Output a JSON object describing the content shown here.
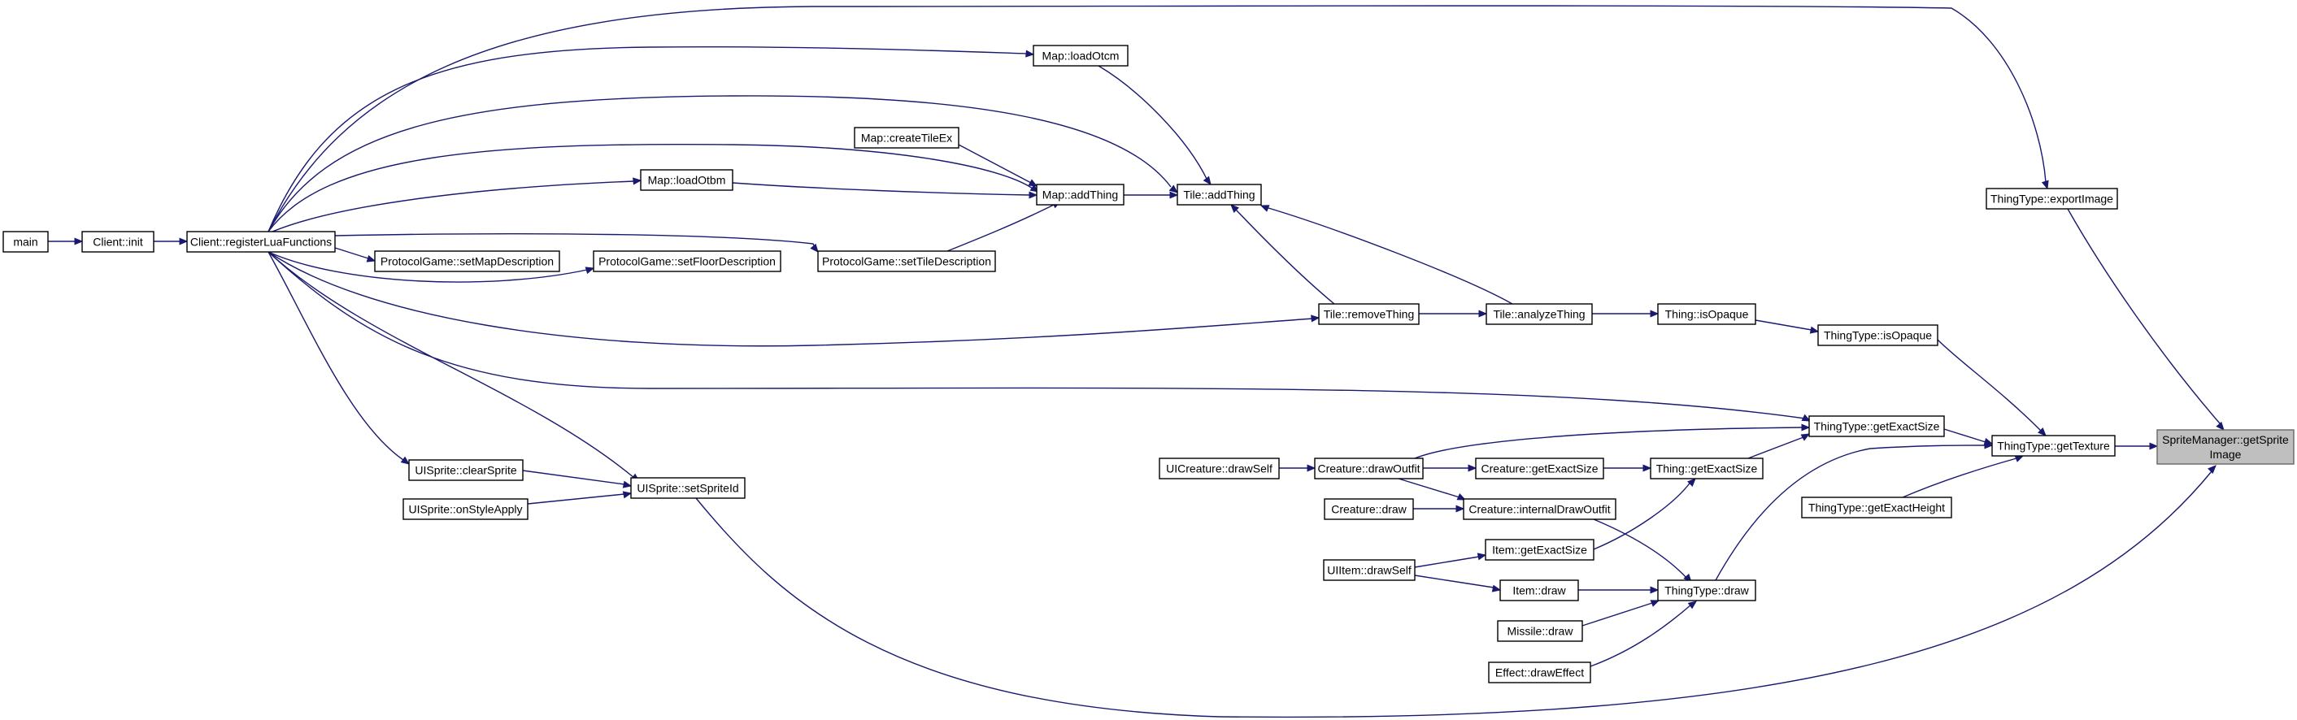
{
  "graph": {
    "colors": {
      "edge": "#191970",
      "node_border": "#000000",
      "root_fill": "#bfbfbf",
      "root_border": "#666666"
    },
    "nodes": {
      "main": "main",
      "client_init": "Client::init",
      "register_lua": "Client::registerLuaFunctions",
      "map_load_otcm": "Map::loadOtcm",
      "map_create_tile_ex": "Map::createTileEx",
      "map_add_thing": "Map::addThing",
      "map_load_otbm": "Map::loadOtbm",
      "tile_add_thing": "Tile::addThing",
      "pg_set_map_desc": "ProtocolGame::setMapDescription",
      "pg_set_floor_desc": "ProtocolGame::setFloorDescription",
      "pg_set_tile_desc": "ProtocolGame::setTileDescription",
      "tile_remove_thing": "Tile::removeThing",
      "tile_analyze_thing": "Tile::analyzeThing",
      "thing_is_opaque": "Thing::isOpaque",
      "thingtype_is_opaque": "ThingType::isOpaque",
      "thingtype_export_image": "ThingType::exportImage",
      "thingtype_get_exact_size": "ThingType::getExactSize",
      "thingtype_get_texture": "ThingType::getTexture",
      "spritemanager_line1": "SpriteManager::getSprite",
      "spritemanager_line2": "Image",
      "thingtype_get_exact_height": "ThingType::getExactHeight",
      "uicreature_draw_self": "UICreature::drawSelf",
      "creature_draw_outfit": "Creature::drawOutfit",
      "creature_get_exact_size": "Creature::getExactSize",
      "thing_get_exact_size": "Thing::getExactSize",
      "creature_draw": "Creature::draw",
      "creature_internal_draw_outfit": "Creature::internalDrawOutfit",
      "item_get_exact_size": "Item::getExactSize",
      "uiitem_draw_self": "UIItem::drawSelf",
      "item_draw": "Item::draw",
      "thingtype_draw": "ThingType::draw",
      "missile_draw": "Missile::draw",
      "effect_draw_effect": "Effect::drawEffect",
      "uisprite_clear_sprite": "UISprite::clearSprite",
      "uisprite_set_sprite_id": "UISprite::setSpriteId",
      "uisprite_on_style_apply": "UISprite::onStyleApply"
    }
  }
}
